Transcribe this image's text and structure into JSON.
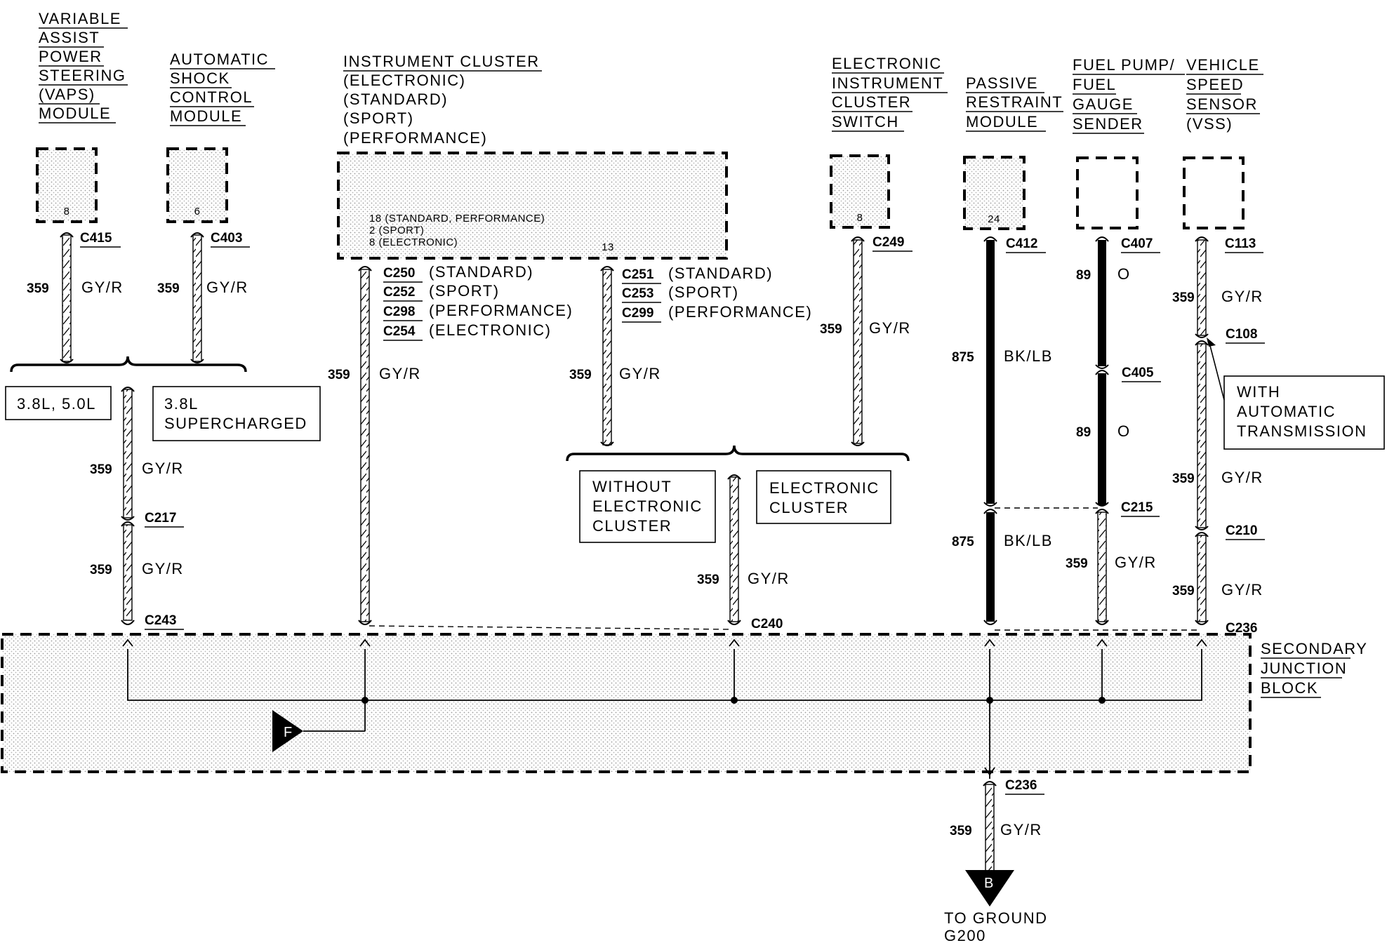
{
  "components": {
    "vaps": [
      "VARIABLE",
      "ASSIST",
      "POWER",
      "STEERING",
      "(VAPS)",
      "MODULE"
    ],
    "shock": [
      "AUTOMATIC",
      "SHOCK",
      "CONTROL",
      "MODULE"
    ],
    "cluster": [
      "INSTRUMENT CLUSTER",
      "(ELECTRONIC)",
      "(STANDARD)",
      "(SPORT)",
      "(PERFORMANCE)"
    ],
    "cluster_pins": [
      "18  (STANDARD, PERFORMANCE)",
      "2   (SPORT)",
      "8   (ELECTRONIC)"
    ],
    "cluster_pin_right": "13",
    "switch": [
      "ELECTRONIC",
      "INSTRUMENT",
      "CLUSTER",
      "SWITCH"
    ],
    "restraint": [
      "PASSIVE",
      "RESTRAINT",
      "MODULE"
    ],
    "fuel": [
      "FUEL PUMP/",
      "FUEL",
      "GAUGE",
      "SENDER"
    ],
    "vss": [
      "VEHICLE",
      "SPEED",
      "SENSOR",
      "(VSS)"
    ],
    "junction": [
      "SECONDARY",
      "JUNCTION",
      "BLOCK"
    ]
  },
  "pins": {
    "vaps": "8",
    "shock": "6",
    "switch": "8",
    "restraint": "24"
  },
  "connectors": {
    "c415": "C415",
    "c403": "C403",
    "c249": "C249",
    "c412": "C412",
    "c407": "C407",
    "c113": "C113",
    "c108": "C108",
    "c405": "C405",
    "c217": "C217",
    "c243": "C243",
    "c240": "C240",
    "c215": "C215",
    "c210": "C210",
    "c236_top": "C236",
    "c236_bottom": "C236"
  },
  "cluster_connectors_left": [
    {
      "code": "C250",
      "variant": "(STANDARD)"
    },
    {
      "code": "C252",
      "variant": "(SPORT)"
    },
    {
      "code": "C298",
      "variant": "(PERFORMANCE)"
    },
    {
      "code": "C254",
      "variant": "(ELECTRONIC)"
    }
  ],
  "cluster_connectors_right": [
    {
      "code": "C251",
      "variant": "(STANDARD)"
    },
    {
      "code": "C253",
      "variant": "(SPORT)"
    },
    {
      "code": "C299",
      "variant": "(PERFORMANCE)"
    }
  ],
  "wires": {
    "gy_r_number": "359",
    "gy_r_color": "GY/R",
    "bk_lb_number": "875",
    "bk_lb_color": "BK/LB",
    "o_number": "89",
    "o_color": "O"
  },
  "options": {
    "engine_std": "3.8L, 5.0L",
    "engine_sc": [
      "3.8L",
      "SUPERCHARGED"
    ],
    "without_electronic": [
      "WITHOUT",
      "ELECTRONIC",
      "CLUSTER"
    ],
    "electronic_cluster": [
      "ELECTRONIC",
      "CLUSTER"
    ],
    "auto_trans": [
      "WITH",
      "AUTOMATIC",
      "TRANSMISSION"
    ]
  },
  "refs": {
    "f": "F",
    "b": "B"
  },
  "ground": {
    "line1": "TO GROUND",
    "line2": "G200"
  }
}
